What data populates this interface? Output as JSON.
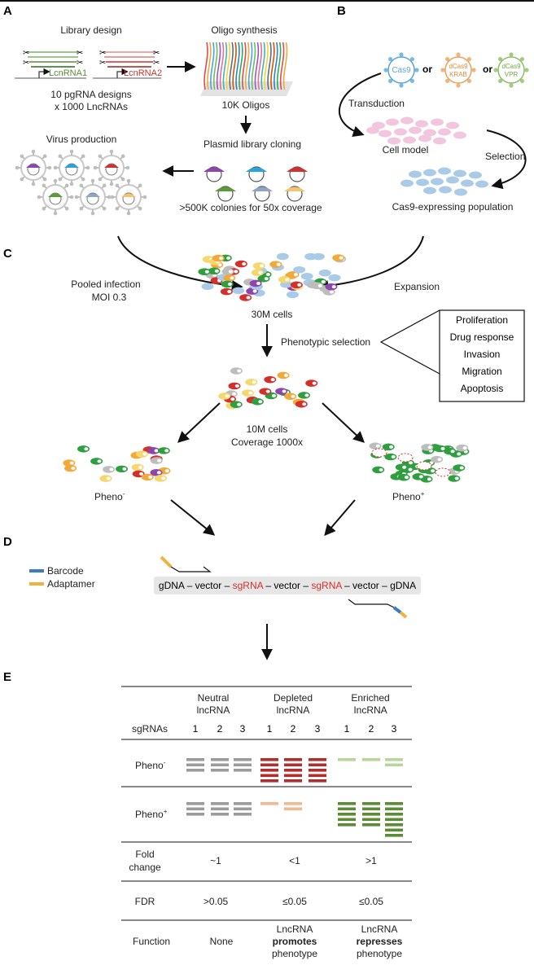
{
  "panels": {
    "a": "A",
    "b": "B",
    "c": "C",
    "d": "D",
    "e": "E"
  },
  "panel_a": {
    "library_design": "Library design",
    "lncrna1": "LcnRNA1",
    "lncrna2": "LcnRNA2",
    "designs_line1": "10 pgRNA designs",
    "designs_line2": "x 1000 LncRNAs",
    "oligo_synthesis": "Oligo synthesis",
    "oligos": "10K Oligos",
    "plasmid_cloning": "Plasmid library cloning",
    "colonies": ">500K colonies for 50x coverage",
    "virus_production": "Virus production"
  },
  "panel_b": {
    "cas9": "Cas9",
    "or1": "or",
    "dcas9_krab_1": "dCas9",
    "dcas9_krab_2": "KRAB",
    "or2": "or",
    "dcas9_vpr_1": "dCas9",
    "dcas9_vpr_2": "VPR",
    "transduction": "Transduction",
    "cell_model": "Cell model",
    "selection": "Selection",
    "cas9_population": "Cas9-expressing population"
  },
  "panel_c": {
    "pooled_infection_1": "Pooled infection",
    "pooled_infection_2": "MOI 0.3",
    "expansion": "Expansion",
    "cells_30m": "30M cells",
    "phenotypic_selection": "Phenotypic selection",
    "phenotypes": [
      "Proliferation",
      "Drug response",
      "Invasion",
      "Migration",
      "Apoptosis"
    ],
    "cells_10m": "10M cells",
    "coverage": "Coverage 1000x",
    "pheno_minus": "Pheno",
    "pheno_minus_sup": "-",
    "pheno_plus": "Pheno",
    "pheno_plus_sup": "+"
  },
  "panel_d": {
    "legend_barcode": "Barcode",
    "legend_adaptamer": "Adaptamer",
    "construct": [
      {
        "text": "gDNA – vector – ",
        "red": false
      },
      {
        "text": "sgRNA",
        "red": true
      },
      {
        "text": " – vector – ",
        "red": false
      },
      {
        "text": "sgRNA",
        "red": true
      },
      {
        "text": " – vector – gDNA",
        "red": false
      }
    ]
  },
  "table": {
    "columns": [
      {
        "line1": "Neutral",
        "line2": "lncRNA"
      },
      {
        "line1": "Depleted",
        "line2": "lncRNA"
      },
      {
        "line1": "Enriched",
        "line2": "IncRNA"
      }
    ],
    "sgrnas_label": "sgRNAs",
    "sgrna_numbers": [
      "1",
      "2",
      "3"
    ],
    "pheno_minus": "Pheno",
    "pheno_minus_sup": "-",
    "pheno_plus": "Pheno",
    "pheno_plus_sup": "+",
    "read_counts": {
      "pheno_minus": {
        "neutral": [
          3,
          3,
          3
        ],
        "depleted": [
          5,
          5,
          5
        ],
        "enriched": [
          1,
          1,
          2
        ]
      },
      "pheno_plus": {
        "neutral": [
          3,
          3,
          3
        ],
        "depleted": [
          1,
          2,
          0
        ],
        "enriched": [
          5,
          5,
          7
        ]
      }
    },
    "fold_change_label_1": "Fold",
    "fold_change_label_2": "change",
    "fold_change": [
      "~1",
      "<1",
      ">1"
    ],
    "fdr_label": "FDR",
    "fdr": [
      ">0.05",
      "≤0.05",
      "≤0.05"
    ],
    "function_label": "Function",
    "function_neutral": "None",
    "function_depleted": [
      "LncRNA",
      "promotes",
      "phenotype"
    ],
    "function_enriched": [
      "LncRNA",
      "represses",
      "phenotype"
    ]
  },
  "colors": {
    "neutral_bar": "#9b9b9b",
    "depleted_bar": "#b22d2b",
    "depleted_light_bar": "#f2b88f",
    "enriched_bar": "#5b8c35",
    "enriched_light_bar": "#b9d59c",
    "red_text": "#d2302c",
    "cas9_blue": "#5aa7d8",
    "krab_orange": "#e8a45c",
    "vpr_green": "#8cbf64"
  }
}
